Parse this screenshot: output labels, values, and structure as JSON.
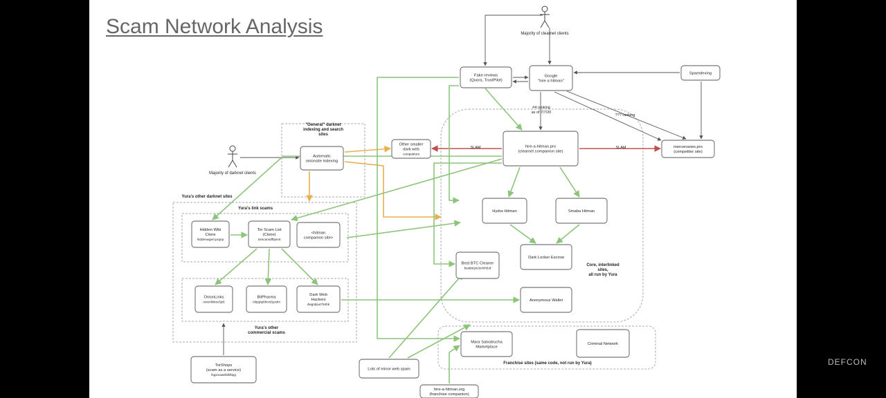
{
  "slide": {
    "title": "Scam Network Analysis"
  },
  "branding": {
    "logo": "DEFCON"
  },
  "colors": {
    "green": "#8cc47a",
    "red": "#c0504d",
    "orange": "#e8b04a",
    "dark": "#555555"
  },
  "actors": [
    {
      "id": "clearnet-actor",
      "label": "Majority of clearnet clients"
    },
    {
      "id": "darknet-actor",
      "label": "Majority of darknet clients"
    }
  ],
  "groups": [
    {
      "id": "general-index-group",
      "lines": [
        "\"General\" darknet",
        "indexing and search",
        "sites"
      ]
    },
    {
      "id": "yuras-other-darknet-group",
      "lines": [
        "Yura's other darknet sites"
      ]
    },
    {
      "id": "link-scams-group",
      "lines": [
        "Yura's link scams"
      ]
    },
    {
      "id": "commercial-scams-group",
      "lines": [
        "Yura's other",
        "commercial scams"
      ]
    },
    {
      "id": "core-group",
      "lines": [
        "Core, interlinked",
        "sites,",
        "all run by Yura"
      ]
    },
    {
      "id": "franchise-group",
      "lines": [
        "Franchise sites (same code, not run by Yura)"
      ]
    }
  ],
  "nodes": [
    {
      "id": "fake-reviews",
      "lines": [
        "Fake reviews",
        "(Quora, TrustPilot)"
      ]
    },
    {
      "id": "google",
      "lines": [
        "Google",
        "\"hire a hitman\""
      ]
    },
    {
      "id": "spamdexing",
      "lines": [
        "Spamdexing"
      ]
    },
    {
      "id": "hire-hitman-pro",
      "lines": [
        "hire-a-hitman.pro",
        "(clearnet companion site)"
      ]
    },
    {
      "id": "mercenaries-pro",
      "lines": [
        "mercenaries.pro",
        "(competitor site)"
      ]
    },
    {
      "id": "other-dark-web",
      "lines": [
        "Other smaller",
        "dark web",
        "competitors"
      ]
    },
    {
      "id": "automatic-indexing",
      "lines": [
        "Automatic",
        "onionsite indexing"
      ]
    },
    {
      "id": "hydra-hitman",
      "lines": [
        "Hydra Hitman"
      ]
    },
    {
      "id": "smaba-hitman",
      "lines": [
        "Smaba Hitman"
      ]
    },
    {
      "id": "dark-locker",
      "lines": [
        "Dark Locker Escrow"
      ]
    },
    {
      "id": "best-btc-cleaner",
      "lines": [
        "Best BTC Cleaner",
        "bestbtcjm3z4nh5uf"
      ]
    },
    {
      "id": "anonymous-wallet",
      "lines": [
        "Anonymous Wallet"
      ]
    },
    {
      "id": "hidden-wiki",
      "lines": [
        "Hidden Wiki",
        "Clone",
        "hiddenwgercyxqnp"
      ]
    },
    {
      "id": "tor-scam-list",
      "lines": [
        "Tor Scam List",
        "(Clone)",
        "torscamaff5jmnt"
      ]
    },
    {
      "id": "hitman-companion",
      "lines": [
        "<hitman",
        "companion site>"
      ]
    },
    {
      "id": "onionlinks",
      "lines": [
        "OnionLinks",
        "onionlinksv3jx5"
      ]
    },
    {
      "id": "bitpharma",
      "lines": [
        "BitPharma",
        "ctbpptp6hcm5yzdm"
      ]
    },
    {
      "id": "dark-web-hackers",
      "lines": [
        "Dark Web",
        "Hackers",
        "dwgrdjiu4754hk"
      ]
    },
    {
      "id": "mara-salvatrucha",
      "lines": [
        "Mara Salvatrucha",
        "Marketplace"
      ]
    },
    {
      "id": "criminal-network",
      "lines": [
        "Criminal Network"
      ]
    },
    {
      "id": "torshops",
      "lines": [
        "TorShops",
        "(scam as a service)",
        "fsgxmaw6f3kf6pg"
      ]
    },
    {
      "id": "lots-of-spam",
      "lines": [
        "Lots of minor web spam"
      ]
    },
    {
      "id": "hire-hitman-org",
      "lines": [
        "hire-a-hitman.org",
        "(franchise companion)"
      ]
    }
  ],
  "edge_labels": [
    {
      "id": "ranking-label",
      "lines": [
        "#4 ranking",
        "as of 7/7/20"
      ]
    },
    {
      "id": "ranking-label-2",
      "lines": [
        "??? ranking"
      ]
    },
    {
      "id": "slam-left-label",
      "lines": [
        "SLAM"
      ]
    },
    {
      "id": "slam-right-label",
      "lines": [
        "SLAM"
      ]
    }
  ]
}
